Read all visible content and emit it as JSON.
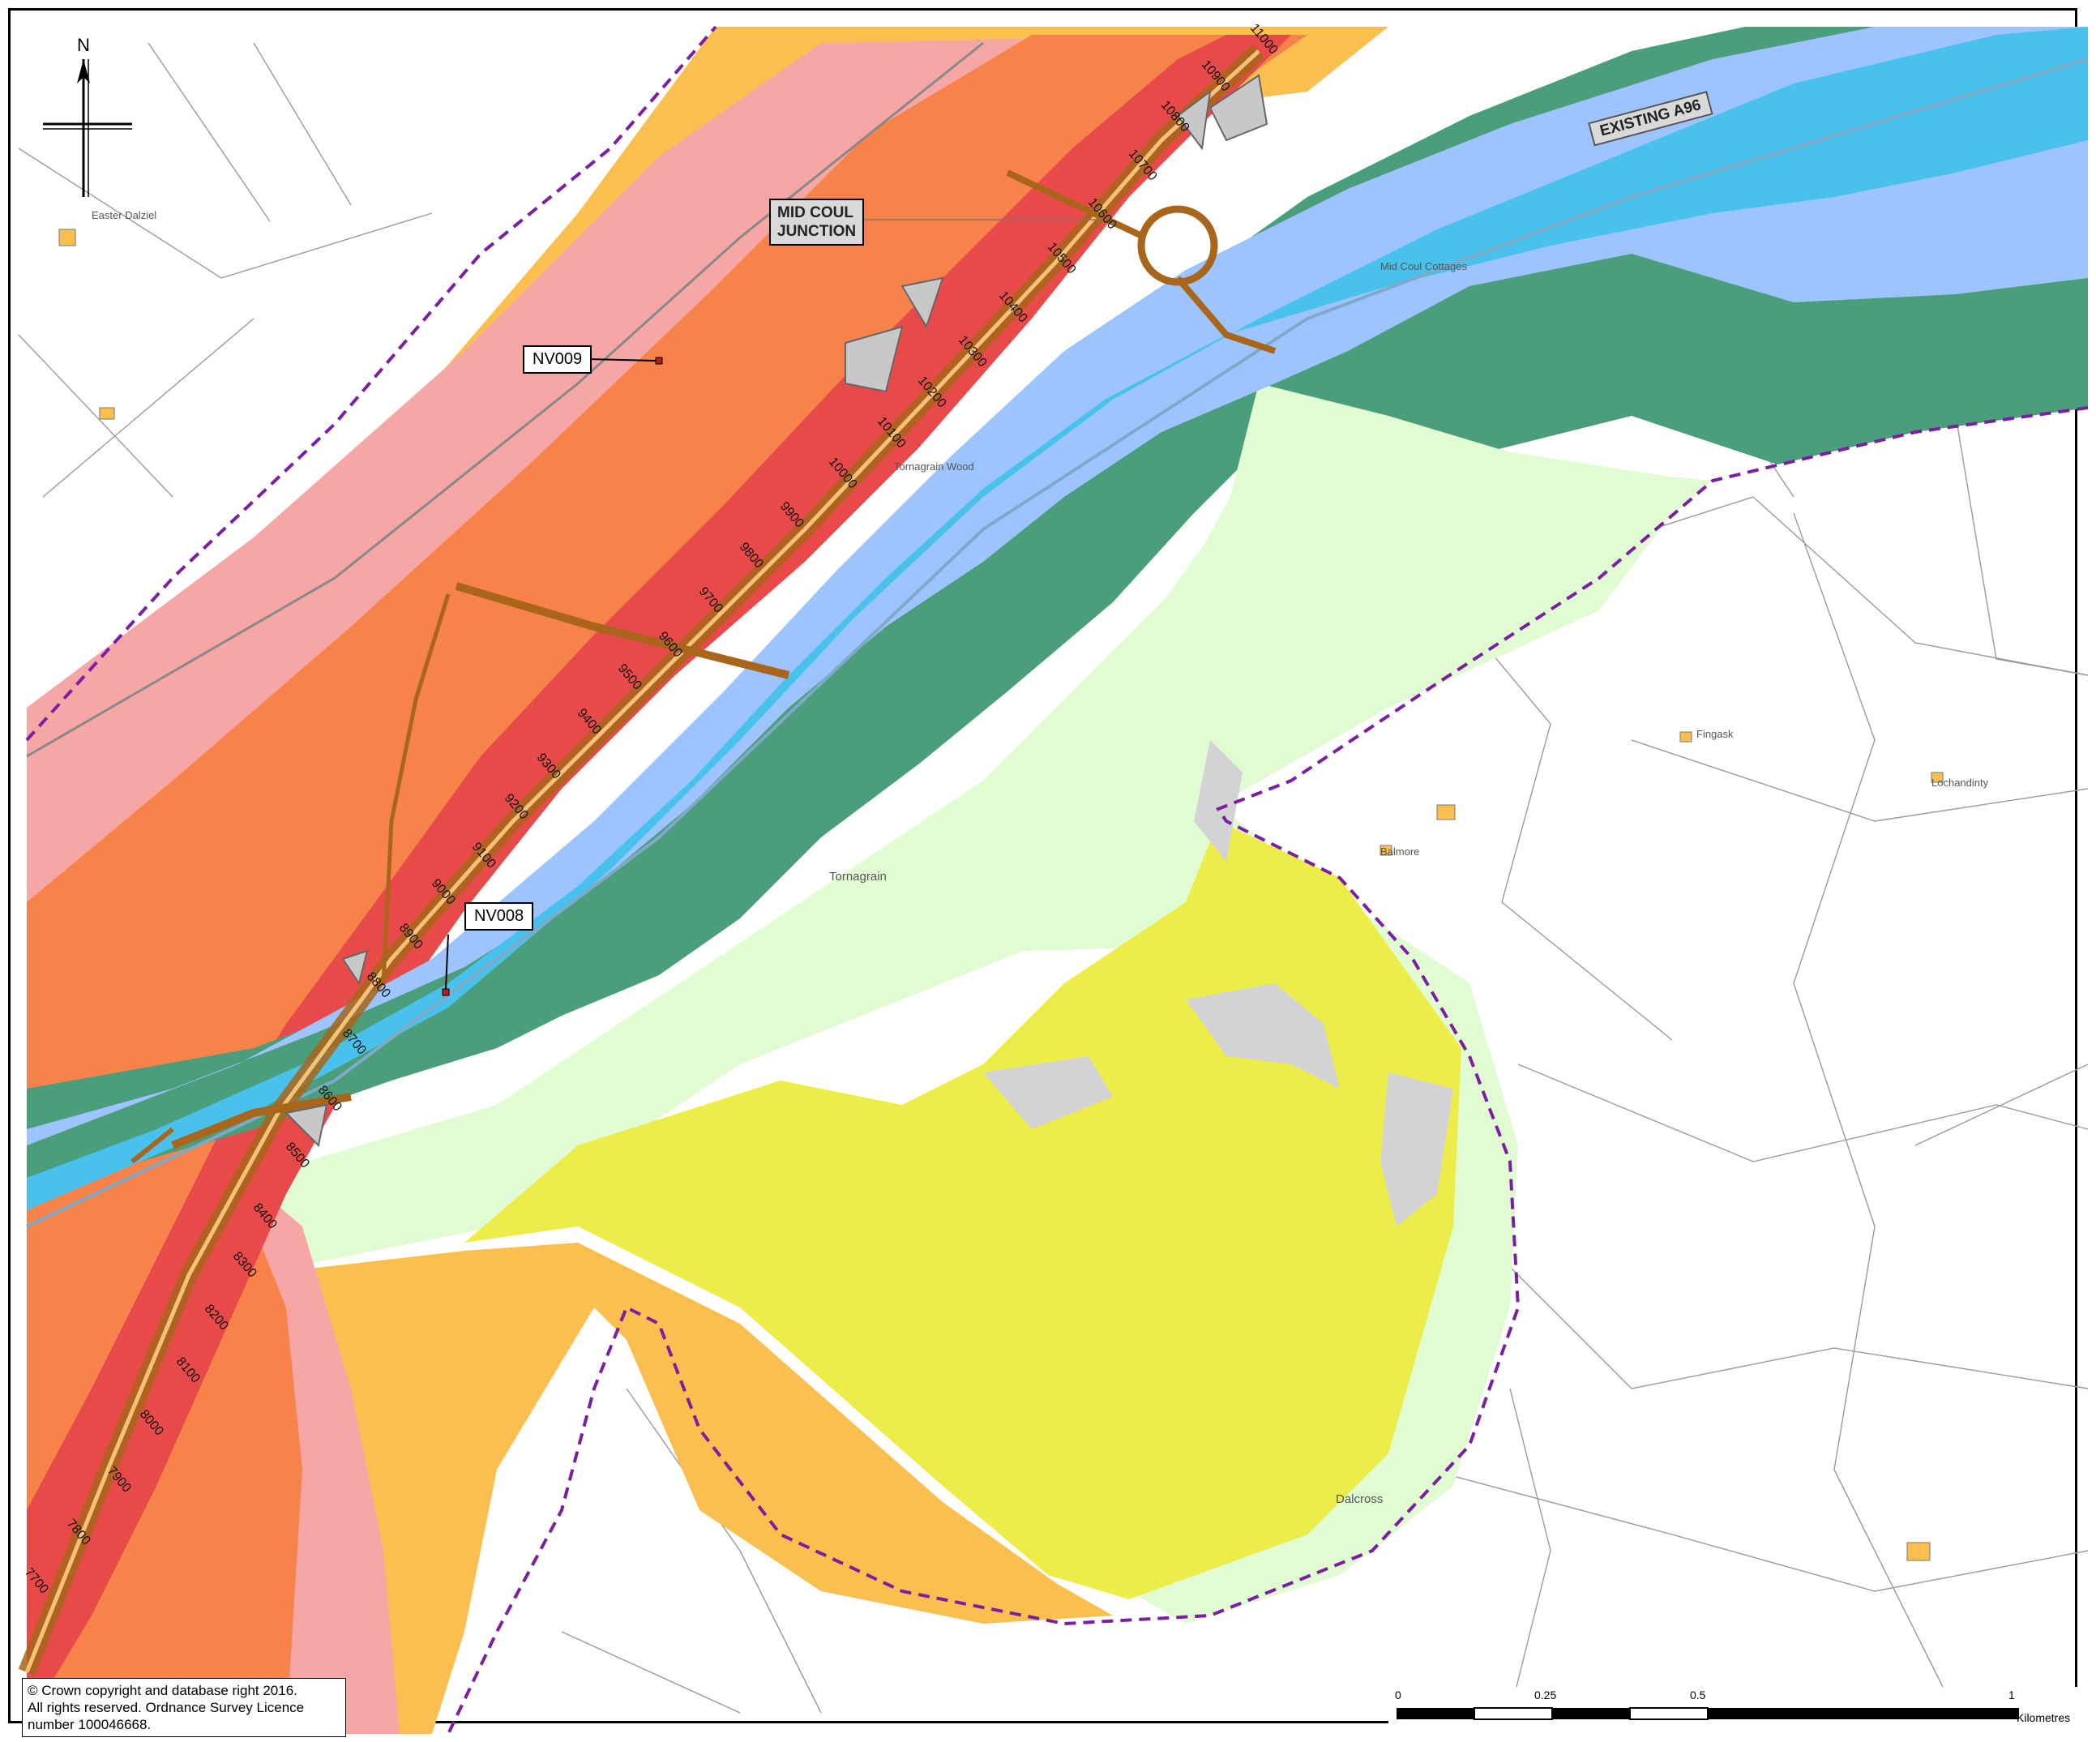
{
  "labels": {
    "existing_road": "EXISTING A96",
    "junction_line1": "MID COUL",
    "junction_line2": "JUNCTION",
    "receptor_1": "NV009",
    "receptor_2": "NV008"
  },
  "places": {
    "easter_dalziel": "Easter Dalziel",
    "tornagrain": "Tornagrain",
    "tornagrain_wood": "Tornagrain Wood",
    "mid_coul_cottages": "Mid Coul Cottages",
    "dalcross": "Dalcross",
    "lochandinty": "Lochandinty",
    "fingask": "Fingask",
    "balmore": "Balmore"
  },
  "chainages": [
    "7700",
    "7800",
    "7900",
    "8000",
    "8100",
    "8200",
    "8300",
    "8400",
    "8500",
    "8600",
    "8700",
    "8800",
    "8900",
    "9000",
    "9100",
    "9200",
    "9300",
    "9400",
    "9500",
    "9600",
    "9700",
    "9800",
    "9900",
    "10000",
    "10100",
    "10200",
    "10300",
    "10400",
    "10500",
    "10600",
    "10700",
    "10800",
    "10900",
    "11000"
  ],
  "north_arrow": {
    "letter": "N"
  },
  "scale_bar": {
    "ticks": [
      "0",
      "0.25",
      "0.5",
      "1"
    ],
    "unit": "Kilometres"
  },
  "copyright": {
    "line1": "© Crown copyright and database right 2016.",
    "line2": "All rights reserved.  Ordnance Survey Licence",
    "line3": "number 100046668."
  },
  "colors": {
    "band_red": "#e84a4a",
    "band_orange": "#f7834a",
    "band_pink": "#f7a6a6",
    "band_amber": "#fbbf50",
    "band_yellow": "#eded4a",
    "band_pale_green": "#e1fbd2",
    "band_dark_green": "#4a9e7b",
    "band_blue": "#9dc4ff",
    "band_cyan": "#48c2ec",
    "grey_patch": "#d3d3d6",
    "boundary": "#7b1fa2",
    "road_design": "#a9651a"
  }
}
